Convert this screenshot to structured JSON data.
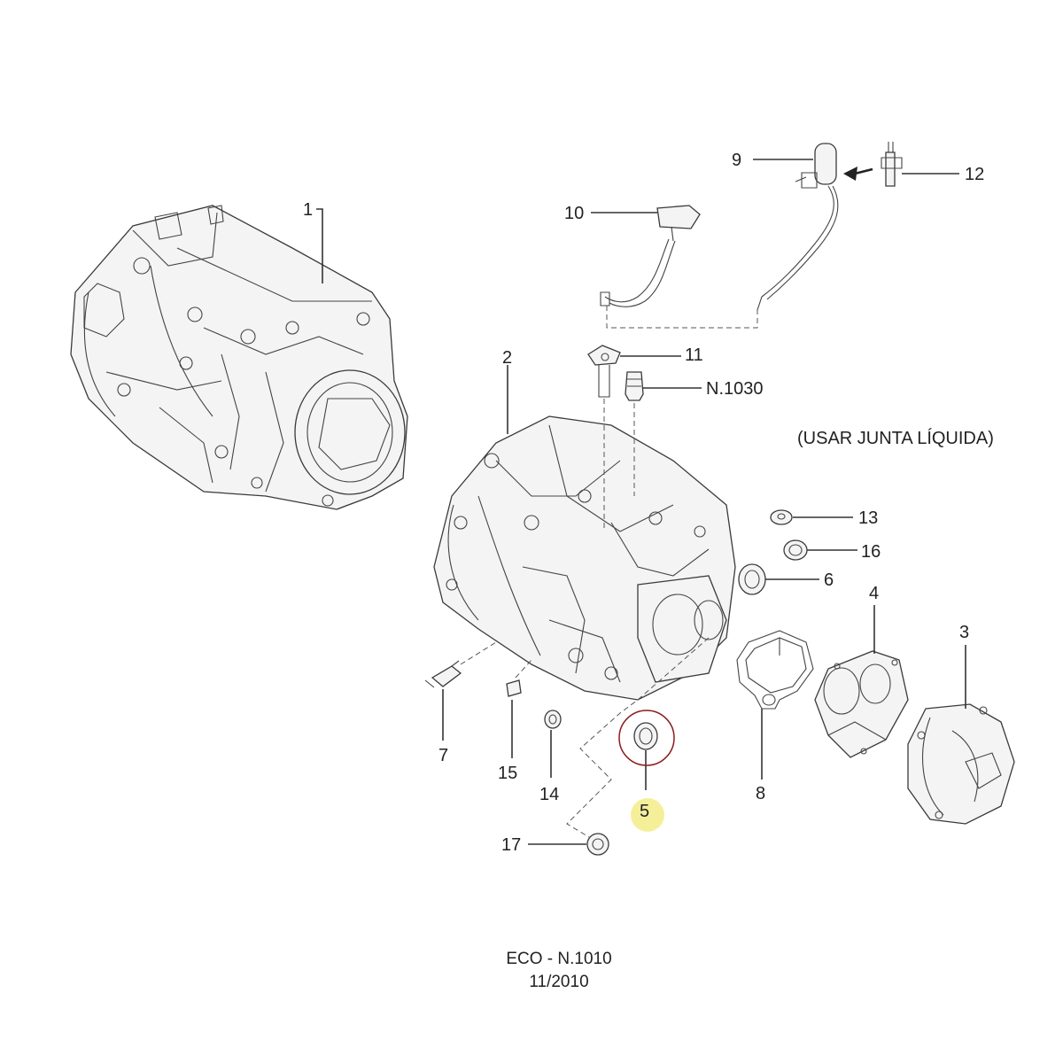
{
  "callouts": {
    "c1": "1",
    "c2": "2",
    "c3": "3",
    "c4": "4",
    "c5": "5",
    "c6": "6",
    "c7": "7",
    "c8": "8",
    "c9": "9",
    "c10": "10",
    "c11": "11",
    "c12": "12",
    "c13": "13",
    "c14": "14",
    "c15": "15",
    "c16": "16",
    "c17": "17",
    "n1030": "N.1030"
  },
  "note": "(USAR JUNTA LÍQUIDA)",
  "footer": {
    "code": "ECO - N.1010",
    "date": "11/2010"
  },
  "highlight": {
    "part": "5",
    "ring_color": "#8b1a1a",
    "marker_color": "#f5ef9a"
  }
}
